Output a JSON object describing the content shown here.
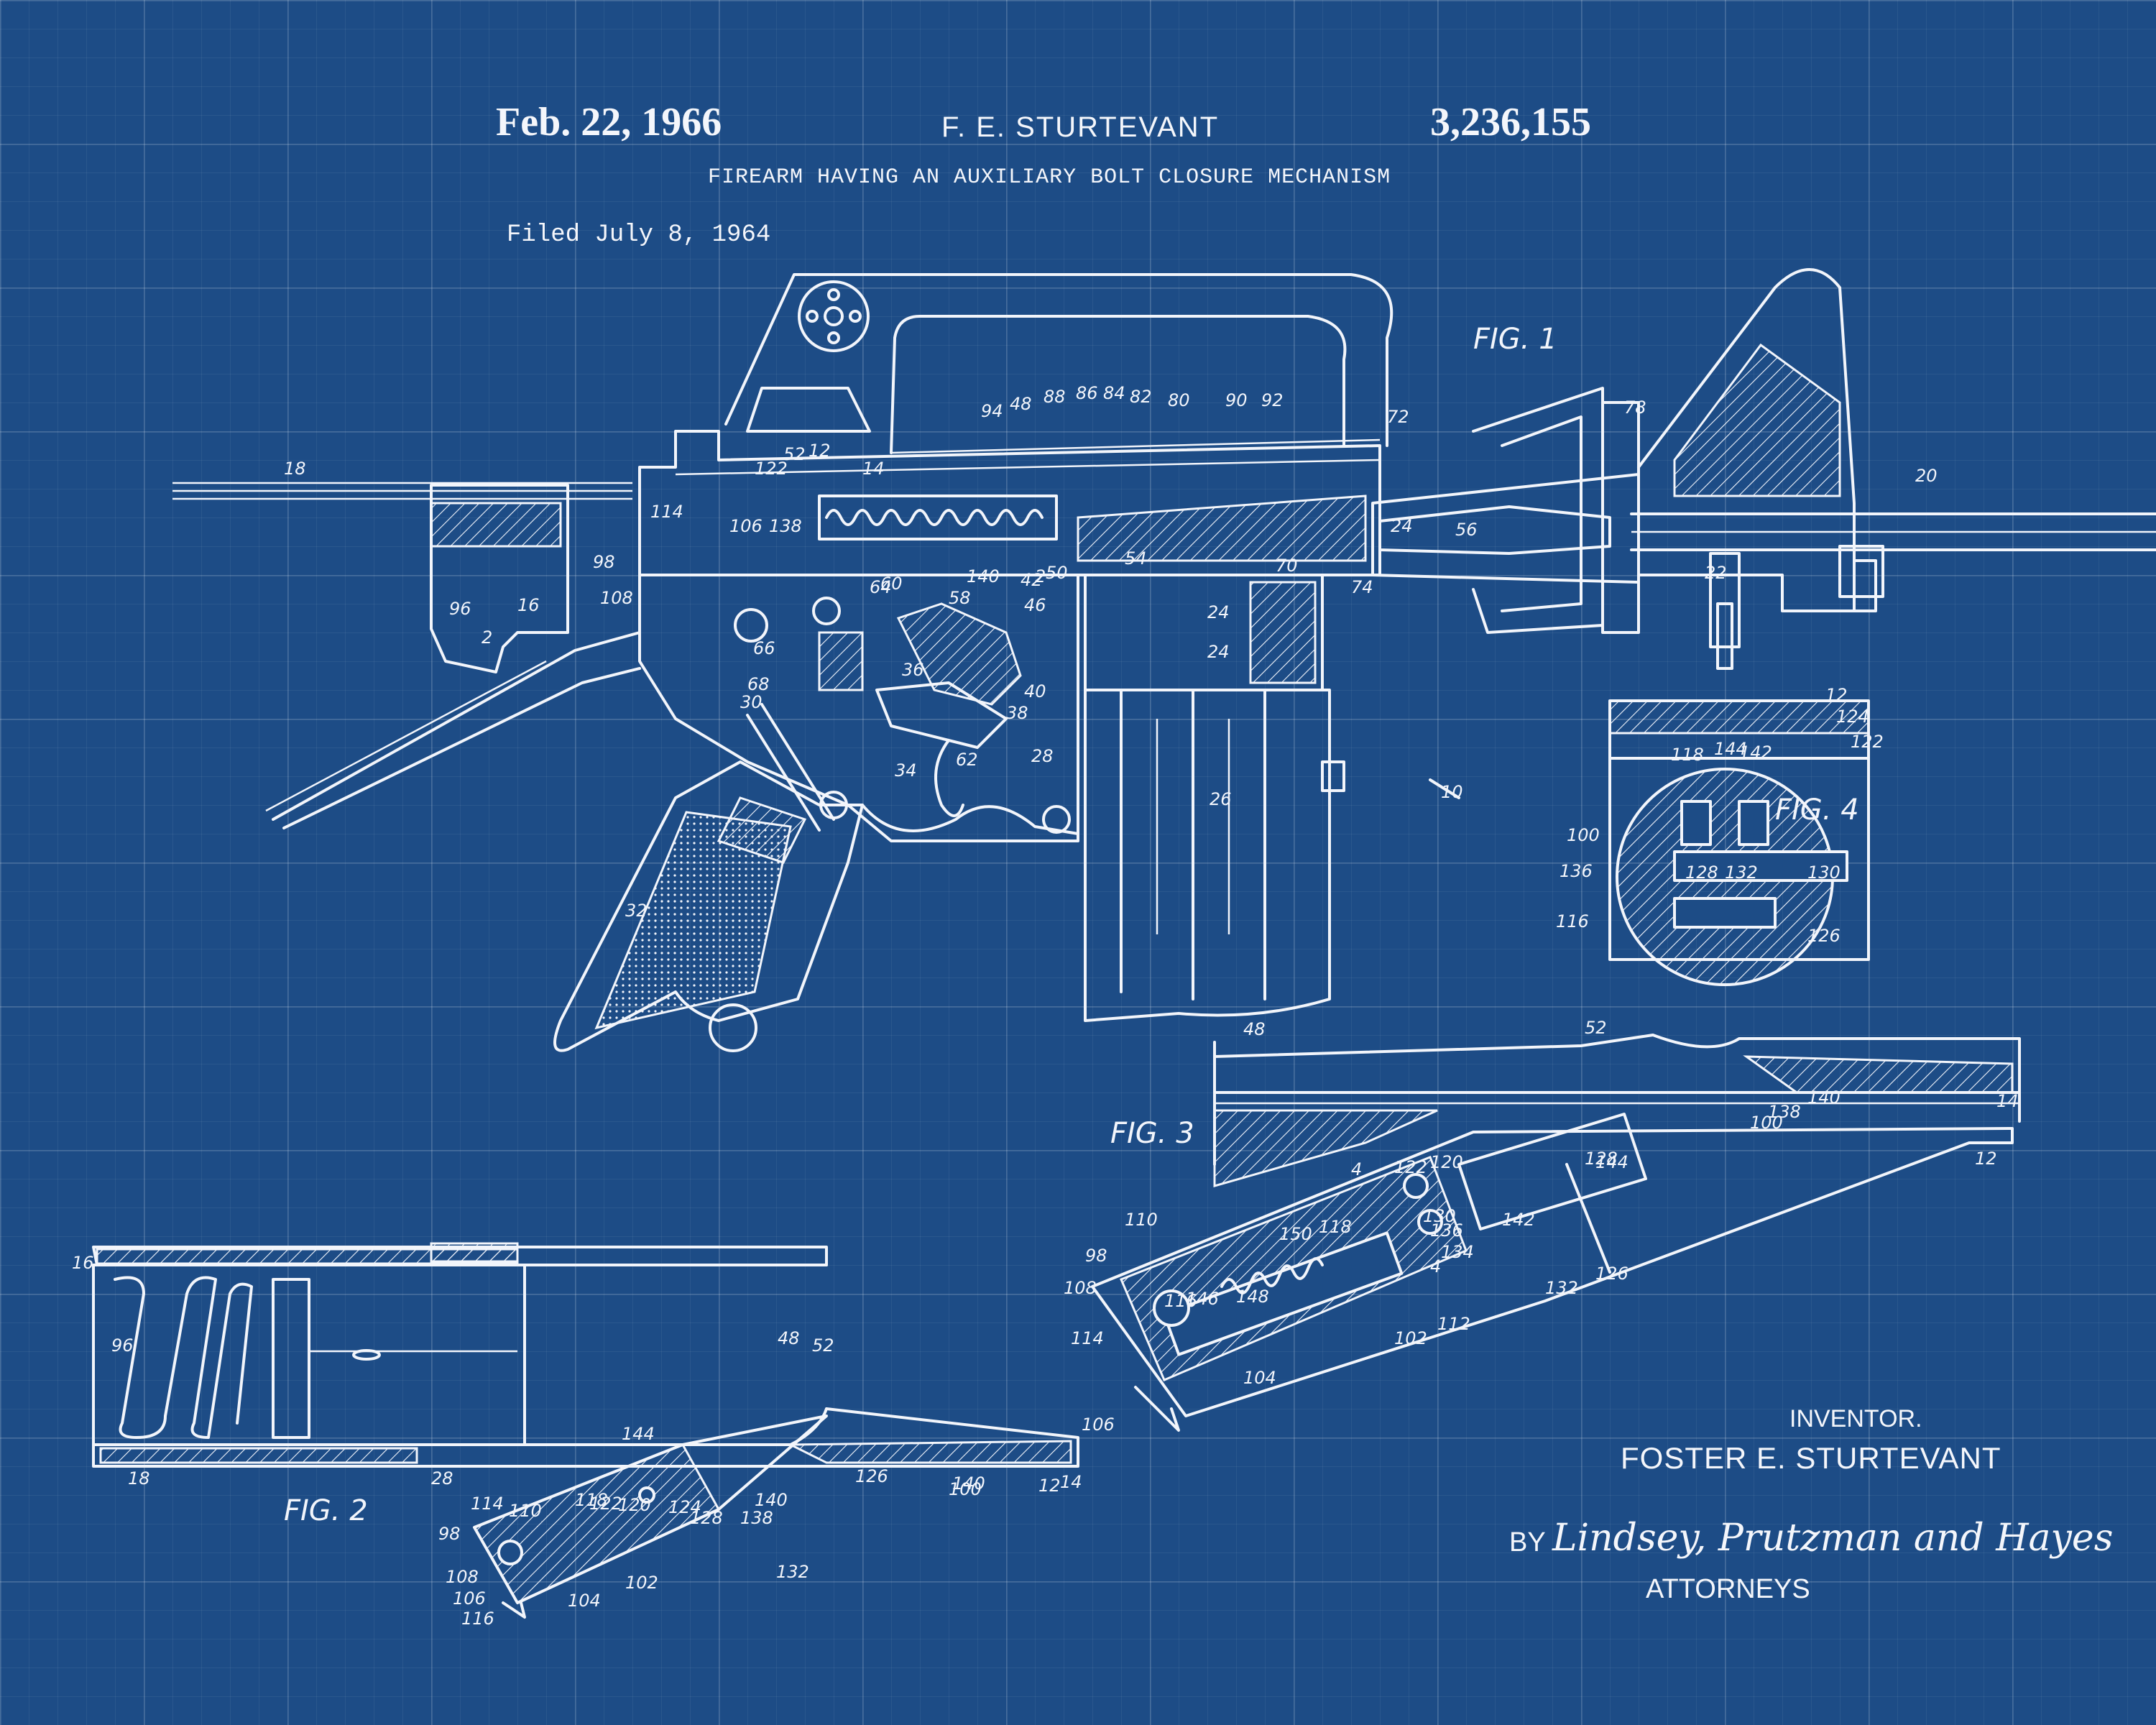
{
  "header": {
    "date": "Feb. 22, 1966",
    "inventor_short": "F. E. STURTEVANT",
    "patent_number": "3,236,155",
    "title": "FIREARM HAVING AN AUXILIARY BOLT CLOSURE MECHANISM",
    "filed": "Filed July 8, 1964"
  },
  "figures": {
    "fig1": "FIG. 1",
    "fig2": "FIG. 2",
    "fig3": "FIG. 3",
    "fig4": "FIG. 4"
  },
  "refs": {
    "fig1": [
      "18",
      "12",
      "14",
      "122",
      "52",
      "114",
      "106",
      "138",
      "98",
      "108",
      "96",
      "2",
      "16",
      "94",
      "48",
      "88",
      "86",
      "84",
      "82",
      "80",
      "90",
      "92",
      "72",
      "78",
      "20",
      "56",
      "24",
      "22",
      "54",
      "70",
      "74",
      "140",
      "42",
      "2",
      "50",
      "64",
      "60",
      "58",
      "46",
      "66",
      "36",
      "68",
      "30",
      "40",
      "38",
      "28",
      "34",
      "62",
      "24",
      "24",
      "26",
      "32",
      "10"
    ],
    "fig2": [
      "16",
      "96",
      "48",
      "52",
      "144",
      "18",
      "28",
      "114",
      "110",
      "98",
      "108",
      "106",
      "116",
      "118",
      "122",
      "120",
      "124",
      "128",
      "138",
      "140",
      "132",
      "126",
      "100",
      "140",
      "12",
      "14",
      "104",
      "102"
    ],
    "fig3": [
      "48",
      "52",
      "14",
      "12",
      "140",
      "100",
      "138",
      "128",
      "144",
      "120",
      "122",
      "4",
      "110",
      "98",
      "108",
      "114",
      "106",
      "104",
      "150",
      "118",
      "136",
      "142",
      "130",
      "134",
      "116",
      "146",
      "148",
      "4",
      "102",
      "112",
      "132",
      "126"
    ],
    "fig4": [
      "12",
      "124",
      "122",
      "118",
      "144",
      "142",
      "100",
      "136",
      "128",
      "132",
      "130",
      "116",
      "126"
    ]
  },
  "signature": {
    "inventor_label": "INVENTOR.",
    "inventor_name": "FOSTER  E. STURTEVANT",
    "by": "BY",
    "attorneys_signature": "Lindsey, Prutzman and Hayes",
    "attorneys_label": "ATTORNEYS"
  },
  "colors": {
    "background": "#1d4c86",
    "ink": "#f2f5fb"
  }
}
